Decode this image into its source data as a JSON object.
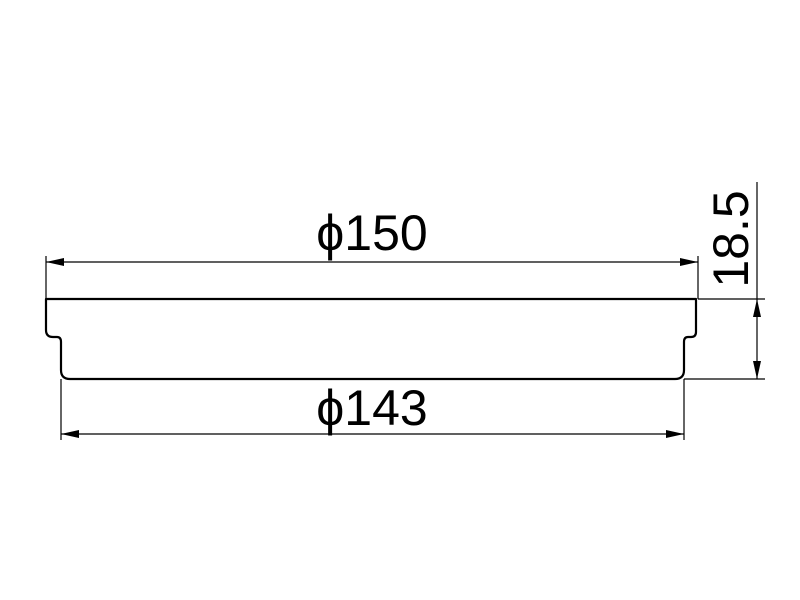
{
  "dimensions": {
    "top_diameter": "ϕ150",
    "bottom_diameter": "ϕ143",
    "height": "18.5"
  },
  "colors": {
    "line": "#000000",
    "background": "#ffffff"
  }
}
